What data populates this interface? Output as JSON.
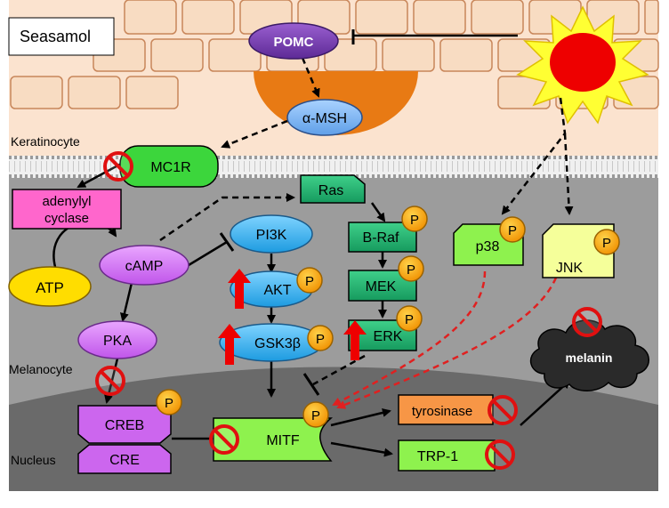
{
  "title": "Seasamol",
  "regions": {
    "keratinocyte": "Keratinocyte",
    "melanocyte": "Melanocyte",
    "nucleus": "Nucleus"
  },
  "nodes": {
    "pomc": "POMC",
    "amsh": "α-MSH",
    "mc1r": "MC1R",
    "adenylyl_line1": "adenylyl",
    "adenylyl_line2": "cyclase",
    "atp": "ATP",
    "camp": "cAMP",
    "pka": "PKA",
    "creb": "CREB",
    "cre": "CRE",
    "pi3k": "PI3K",
    "akt": "AKT",
    "gsk3b": "GSK3β",
    "ras": "Ras",
    "braf": "B-Raf",
    "mek": "MEK",
    "erk": "ERK",
    "p38": "p38",
    "jnk": "JNK",
    "mitf": "MITF",
    "tyrosinase": "tyrosinase",
    "trp1": "TRP-1",
    "melanin": "melanin"
  },
  "phospho_label": "P",
  "colors": {
    "skin": "#fbe3cf",
    "cell": "#f8dcc2",
    "cell_border": "#c8865a",
    "cytoplasm": "#9a9a9a",
    "nucleus": "#6e6e6e",
    "purple": "#cc66ee",
    "blue": "#33b5f0",
    "green": "#22b573",
    "lightgreen": "#8ef24e",
    "paleyellow": "#f5ff9a",
    "orange": "#f79646",
    "pink": "#ff66cc",
    "yellow": "#ffdd00",
    "phospho": "#f5a000",
    "block": "#e01010",
    "inhibit_line": "#e02020"
  }
}
